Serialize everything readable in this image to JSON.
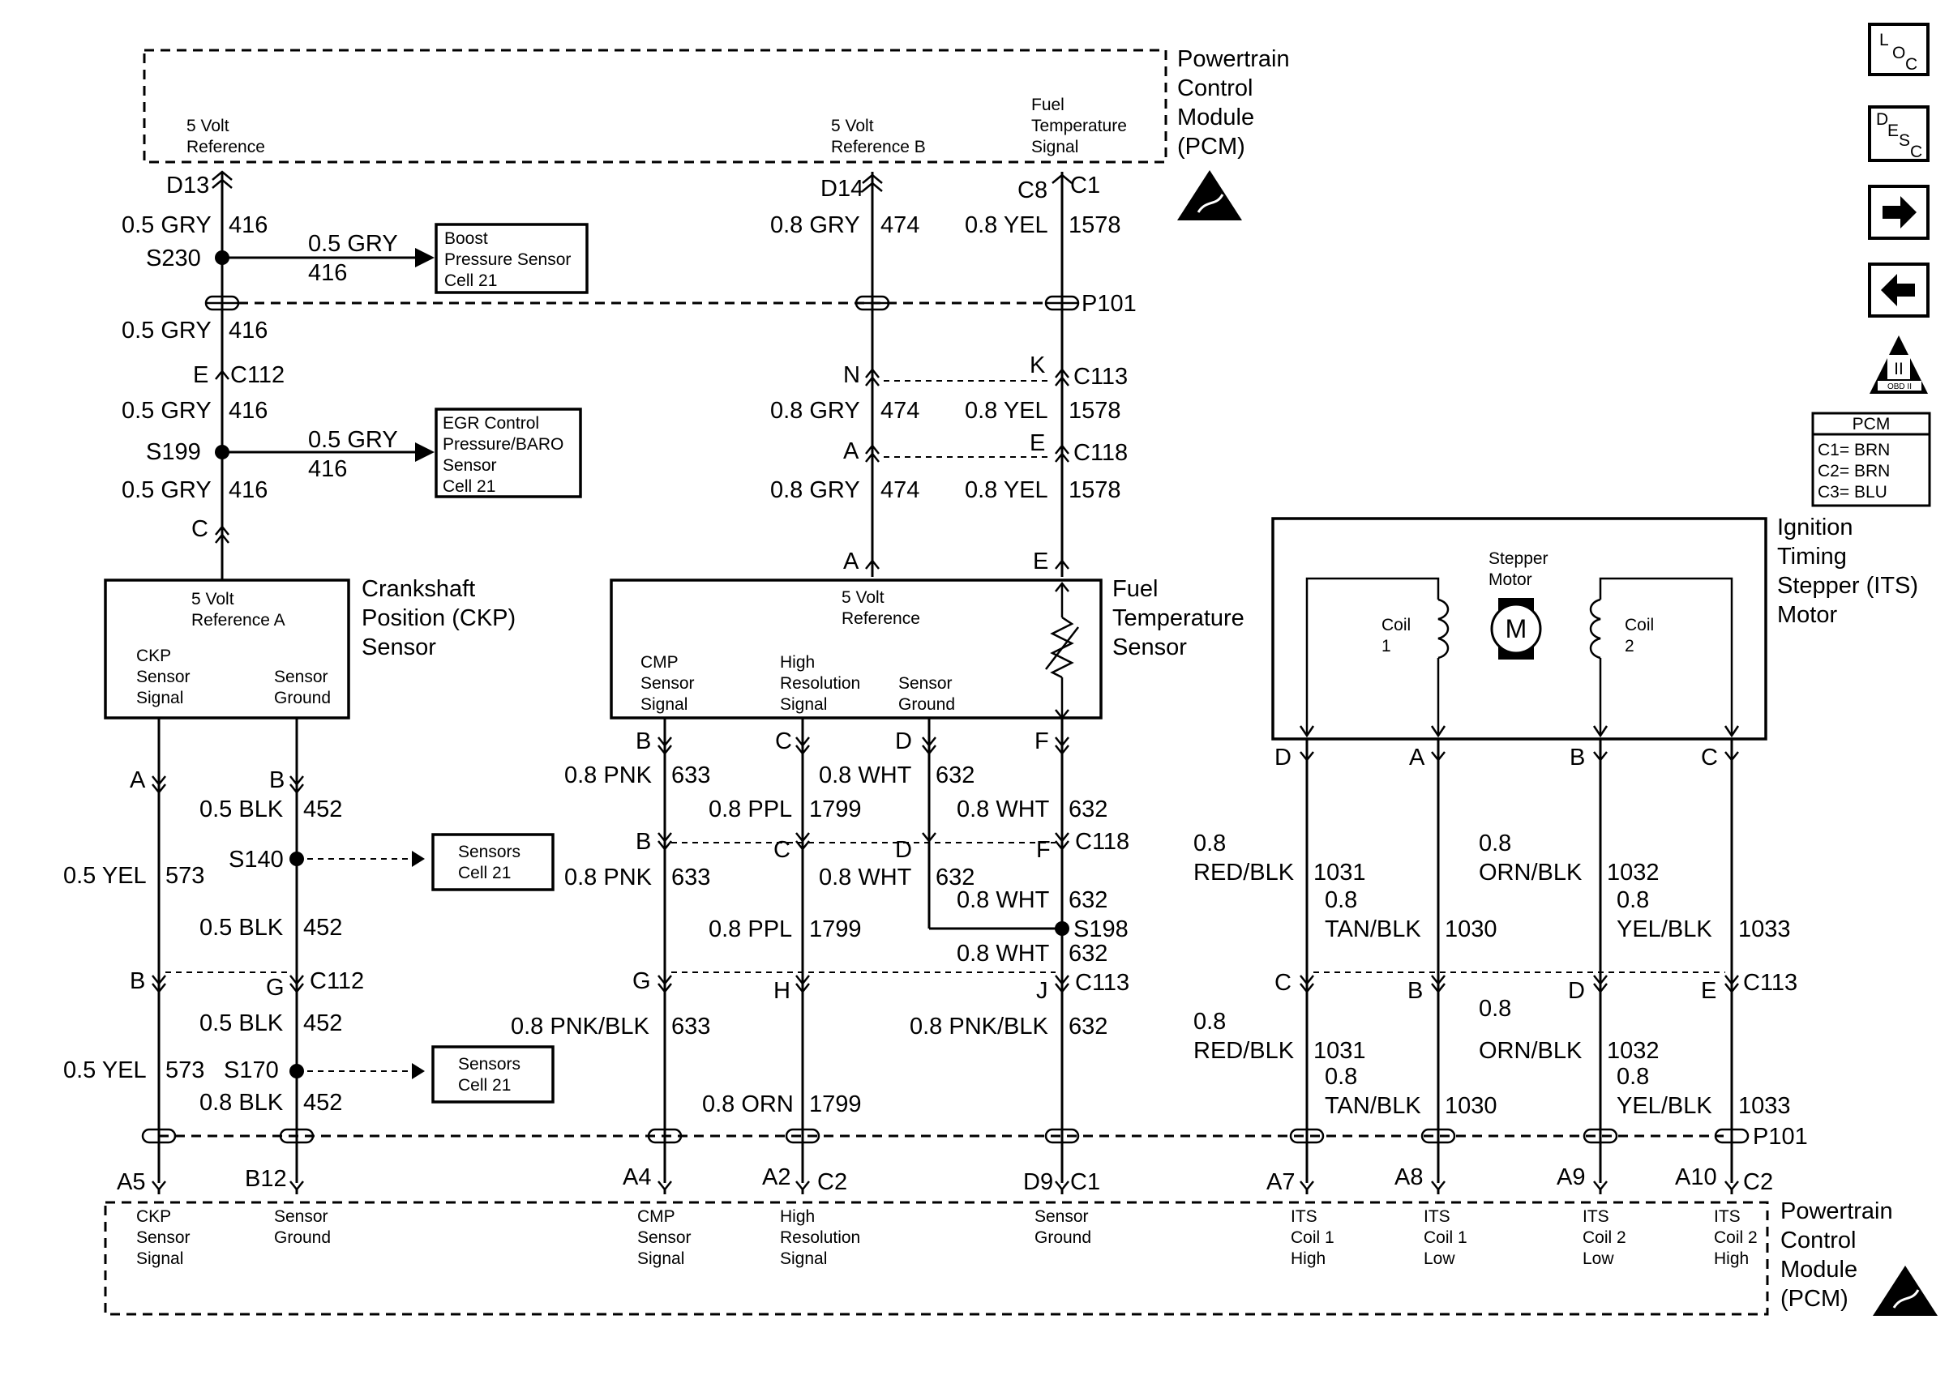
{
  "pcm_top": {
    "title": [
      "Powertrain",
      "Control",
      "Module",
      "(PCM)"
    ],
    "pins": [
      {
        "label": [
          "5 Volt",
          "Reference"
        ],
        "pin": "D13"
      },
      {
        "label": [
          "5 Volt",
          "Reference B"
        ],
        "pin": "D14"
      },
      {
        "label": [
          "Fuel",
          "Temperature",
          "Signal"
        ],
        "pin": "C8",
        "conn": "C1"
      }
    ]
  },
  "wires_top": {
    "w416": [
      "0.5 GRY",
      "416"
    ],
    "w474": [
      "0.8 GRY",
      "474"
    ],
    "w1578": [
      "0.8 YEL",
      "1578"
    ]
  },
  "splices": [
    "S230",
    "S199",
    "S140",
    "S170",
    "S198"
  ],
  "connectors": {
    "p101": "P101",
    "c112": "C112",
    "c113": "C113",
    "c118": "C118",
    "c1": "C1",
    "c2": "C2"
  },
  "pins": {
    "E": "E",
    "C": "C",
    "N": "N",
    "K": "K",
    "A": "A",
    "B": "B",
    "D": "D",
    "F": "F",
    "G": "G",
    "H": "H",
    "J": "J"
  },
  "boxes": {
    "boost": [
      "Boost",
      "Pressure Sensor",
      "Cell 21"
    ],
    "egr": [
      "EGR Control",
      "Pressure/BARO",
      "Sensor",
      "Cell 21"
    ],
    "sensors1": [
      "Sensors",
      "Cell 21"
    ],
    "sensors2": [
      "Sensors",
      "Cell 21"
    ]
  },
  "ckp": {
    "title": [
      "Crankshaft",
      "Position (CKP)",
      "Sensor"
    ],
    "ref": [
      "5 Volt",
      "Reference A"
    ],
    "signal": [
      "CKP",
      "Sensor",
      "Signal"
    ],
    "ground": [
      "Sensor",
      "Ground"
    ]
  },
  "fts": {
    "title": [
      "Fuel",
      "Temperature",
      "Sensor"
    ],
    "ref": [
      "5 Volt",
      "Reference"
    ],
    "cmp": [
      "CMP",
      "Sensor",
      "Signal"
    ],
    "hires": [
      "High",
      "Resolution",
      "Signal"
    ],
    "ground": [
      "Sensor",
      "Ground"
    ]
  },
  "its": {
    "title": [
      "Ignition",
      "Timing",
      "Stepper (ITS)",
      "Motor"
    ],
    "motor": [
      "Stepper",
      "Motor"
    ],
    "motor_symbol": "M",
    "coil1": [
      "Coil",
      "1"
    ],
    "coil2": [
      "Coil",
      "2"
    ]
  },
  "wire_labels": {
    "w452": [
      "0.5 BLK",
      "452"
    ],
    "w452b": [
      "0.8 BLK",
      "452"
    ],
    "w573": [
      "0.5 YEL",
      "573"
    ],
    "w633": [
      "0.8 PNK",
      "633"
    ],
    "w633b": [
      "0.8 PNK/BLK",
      "633"
    ],
    "w1799": [
      "0.8 PPL",
      "1799"
    ],
    "w1799b": [
      "0.8 ORN",
      "1799"
    ],
    "w632": [
      "0.8 WHT",
      "632"
    ],
    "w632b": [
      "0.8 PNK/BLK",
      "632"
    ],
    "w1031": [
      "0.8",
      "RED/BLK",
      "1031"
    ],
    "w1030": [
      "0.8",
      "TAN/BLK",
      "1030"
    ],
    "w1032": [
      "0.8",
      "ORN/BLK",
      "1032"
    ],
    "w1033": [
      "0.8",
      "YEL/BLK",
      "1033"
    ]
  },
  "pcm_bottom": {
    "title": [
      "Powertrain",
      "Control",
      "Module",
      "(PCM)"
    ],
    "pins": [
      {
        "pin": "A5",
        "label": [
          "CKP",
          "Sensor",
          "Signal"
        ]
      },
      {
        "pin": "B12",
        "label": [
          "Sensor",
          "Ground"
        ]
      },
      {
        "pin": "A4",
        "label": [
          "CMP",
          "Sensor",
          "Signal"
        ]
      },
      {
        "pin": "A2",
        "label": [
          "High",
          "Resolution",
          "Signal"
        ]
      },
      {
        "pin": "D9",
        "label": [
          "Sensor",
          "Ground"
        ]
      },
      {
        "pin": "A7",
        "label": [
          "ITS",
          "Coil 1",
          "High"
        ]
      },
      {
        "pin": "A8",
        "label": [
          "ITS",
          "Coil 1",
          "Low"
        ]
      },
      {
        "pin": "A9",
        "label": [
          "ITS",
          "Coil 2",
          "Low"
        ]
      },
      {
        "pin": "A10",
        "label": [
          "ITS",
          "Coil 2",
          "High"
        ]
      }
    ]
  },
  "pcm_legend": {
    "title": "PCM",
    "rows": [
      "C1= BRN",
      "C2= BRN",
      "C3= BLU"
    ]
  },
  "side_icons": {
    "loc": [
      "L",
      "O",
      "C"
    ],
    "desc": [
      "D",
      "E",
      "S",
      "C"
    ],
    "next": "right-arrow-icon",
    "prev": "left-arrow-icon",
    "obd": [
      "II",
      "OBD II"
    ]
  }
}
